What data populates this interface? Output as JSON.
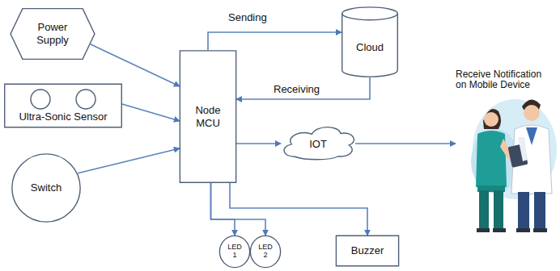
{
  "diagram": {
    "nodes": [
      {
        "text": [
          "Power Supply"
        ]
      },
      {
        "text": [
          "Cloud"
        ]
      },
      {
        "text": [
          "Ultra-Sonic Sensor"
        ]
      },
      {
        "text": [
          "Node MCU"
        ]
      },
      {
        "text": [
          "IOT"
        ]
      },
      {
        "text": [
          "Receive Notification on Mobile Device"
        ]
      },
      {
        "text": [
          "Switch"
        ]
      },
      {
        "text": [
          "LED 1"
        ]
      },
      {
        "text": [
          "LED 2"
        ]
      },
      {
        "text": [
          "Buzzer"
        ]
      }
    ],
    "edges": [
      {
        "from": 0,
        "to": 3,
        "arrow": "to"
      },
      {
        "from": 2,
        "to": 3,
        "arrow": "to"
      },
      {
        "from": 6,
        "to": 3,
        "arrow": "to"
      },
      {
        "from": 3,
        "to": 1,
        "label": "Sending",
        "arrow": "to"
      },
      {
        "from": 1,
        "to": 3,
        "label": "Receiving",
        "arrow": "to"
      },
      {
        "from": 3,
        "to": 4,
        "arrow": "to"
      },
      {
        "from": 4,
        "to": 5,
        "arrow": "to"
      },
      {
        "from": 3,
        "to": 7,
        "arrow": "to"
      },
      {
        "from": 3,
        "to": 8,
        "arrow": "to"
      },
      {
        "from": 3,
        "to": 9,
        "arrow": "to"
      }
    ]
  }
}
